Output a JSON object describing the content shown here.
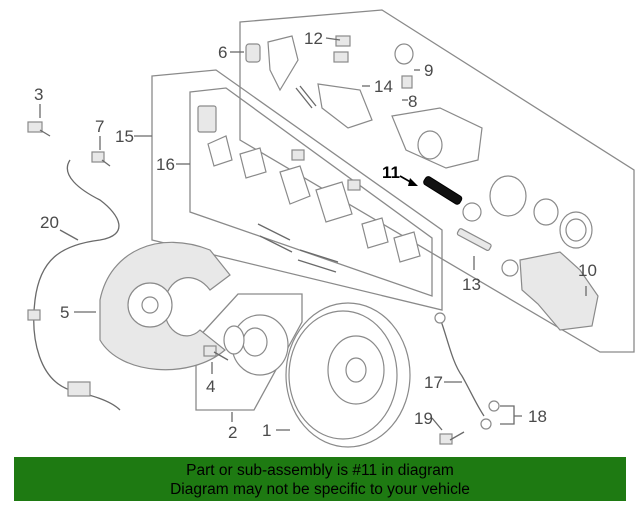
{
  "diagram": {
    "callouts": {
      "c1": "1",
      "c2": "2",
      "c3": "3",
      "c4": "4",
      "c5": "5",
      "c6": "6",
      "c7": "7",
      "c8": "8",
      "c9": "9",
      "c10": "10",
      "c11": "11",
      "c12": "12",
      "c13": "13",
      "c14": "14",
      "c15": "15",
      "c16": "16",
      "c17": "17",
      "c18": "18",
      "c19": "19",
      "c20": "20"
    },
    "highlighted_part": "11"
  },
  "banner": {
    "line1": "Part or sub-assembly is #11 in diagram",
    "line2": "Diagram may not be specific to your vehicle",
    "background": "#1e7a12"
  }
}
